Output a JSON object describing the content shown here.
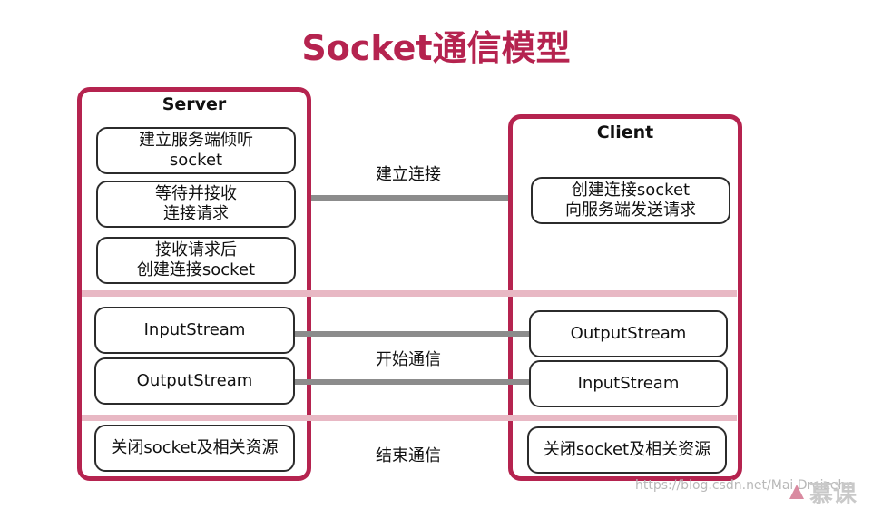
{
  "title": "Socket通信模型",
  "server": {
    "label": "Server",
    "steps": [
      {
        "line1": "建立服务端倾听",
        "line2": "socket"
      },
      {
        "line1": "等待并接收",
        "line2": "连接请求"
      },
      {
        "line1": "接收请求后",
        "line2": "创建连接socket"
      }
    ],
    "streams": [
      "InputStream",
      "OutputStream"
    ],
    "close": "关闭socket及相关资源"
  },
  "client": {
    "label": "Client",
    "steps": [
      {
        "line1": "创建连接socket",
        "line2": "向服务端发送请求"
      }
    ],
    "streams": [
      "OutputStream",
      "InputStream"
    ],
    "close": "关闭socket及相关资源"
  },
  "stages": {
    "connect": "建立连接",
    "communicate": "开始通信",
    "finish": "结束通信"
  },
  "watermark": "https://blog.csdn.net/Mai Dreizehn",
  "logo": "慕课"
}
